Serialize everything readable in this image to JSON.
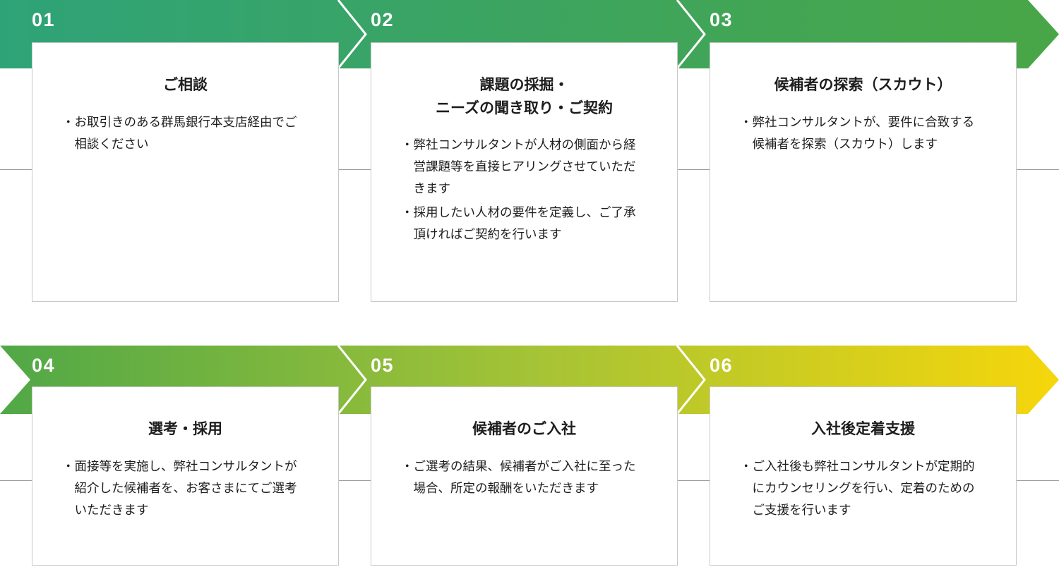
{
  "steps": [
    {
      "number": "01",
      "title": "ご相談",
      "bullets": [
        "・お取引きのある群馬銀行本支店経由でご相談ください"
      ]
    },
    {
      "number": "02",
      "title": "課題の採掘・\nニーズの聞き取り・ご契約",
      "bullets": [
        "・弊社コンサルタントが人材の側面から経営課題等を直接ヒアリングさせていただきます",
        "・採用したい人材の要件を定義し、ご了承頂ければご契約を行います"
      ]
    },
    {
      "number": "03",
      "title": "候補者の探索（スカウト）",
      "bullets": [
        "・弊社コンサルタントが、要件に合致する候補者を探索（スカウト）します"
      ]
    },
    {
      "number": "04",
      "title": "選考・採用",
      "bullets": [
        "・面接等を実施し、弊社コンサルタントが紹介した候補者を、お客さまにてご選考いただきます"
      ]
    },
    {
      "number": "05",
      "title": "候補者のご入社",
      "bullets": [
        "・ご選考の結果、候補者がご入社に至った場合、所定の報酬をいただきます"
      ]
    },
    {
      "number": "06",
      "title": "入社後定着支援",
      "bullets": [
        "・ご入社後も弊社コンサルタントが定期的にカウンセリングを行い、定着のためのご支援を行います"
      ]
    }
  ],
  "colors": {
    "row1_start": "#2fa378",
    "row1_end": "#49a647",
    "row2_start": "#50a847",
    "row2_mid": "#a4c336",
    "row2_end": "#f6d60b",
    "connector": "#9b9b9b",
    "card_border": "#c9c9c9",
    "chevron": "#ffffff"
  }
}
